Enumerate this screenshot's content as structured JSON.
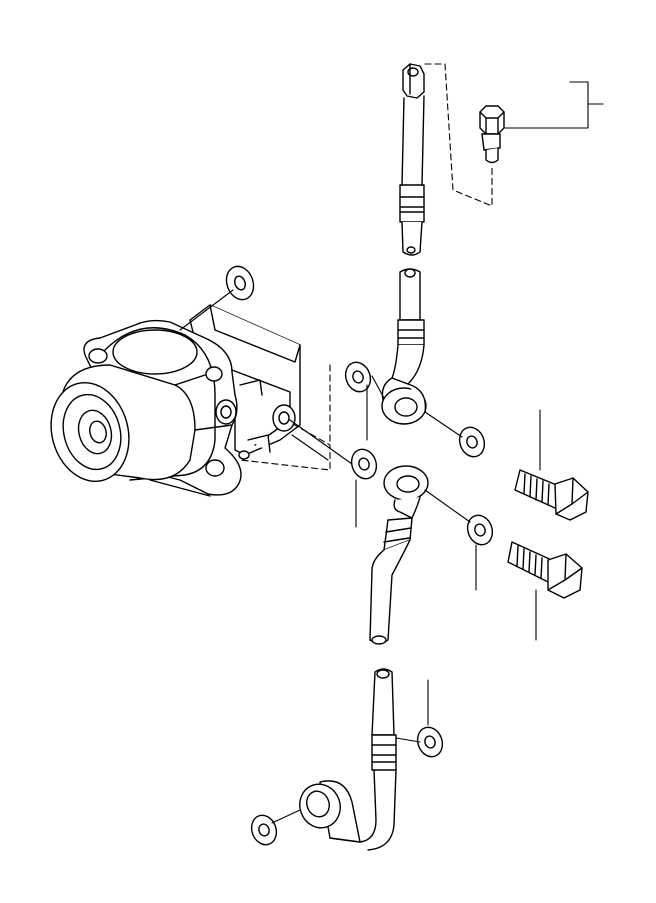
{
  "diagram": {
    "style": "exploded-parts line drawing",
    "colors": {
      "background": "#ffffff",
      "stroke": "#000000"
    },
    "parts": [
      "pump-housing",
      "upper-hose",
      "upper-banjo-fitting",
      "upper-banjo-bolt",
      "lower-banjo-fitting",
      "lower-banjo-bolt",
      "lower-hose",
      "bottom-hose",
      "bottom-banjo-fitting",
      "union-nut",
      "sealing-washers",
      "callout-lines"
    ]
  }
}
